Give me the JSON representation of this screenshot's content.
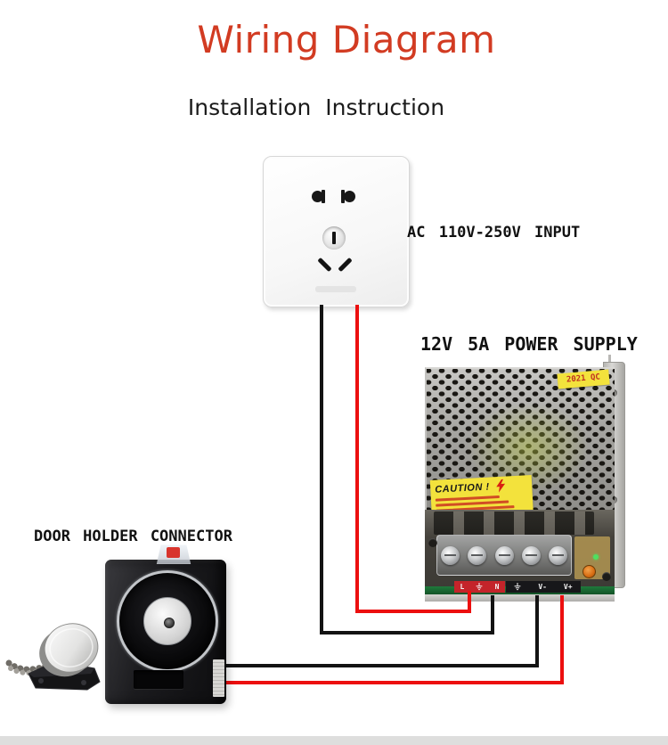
{
  "title": "Wiring Diagram",
  "subtitle": "Installation  Instruction",
  "labels": {
    "ac_input": "AC 110V-250V INPUT",
    "power_supply": "12V 5A POWER SUPPLY",
    "door_holder": "DOOR HOLDER CONNECTOR"
  },
  "psu": {
    "qc_sticker": "2021 QC",
    "caution_title": "CAUTION !",
    "terminals": [
      "L",
      "N",
      "V-",
      "V+"
    ]
  },
  "icons": {
    "lightning_icon": "red lightning bolt on caution sticker",
    "ground_icon": "earth ground symbol on terminal strips"
  },
  "colors": {
    "title_red": "#d23b22",
    "wire_red": "#ec0f0f",
    "wire_black": "#131313",
    "sticker_yellow": "#f3e23c",
    "label_red": "#c4242a",
    "label_black": "#17171a",
    "pcb_green": "#1f7a3c"
  }
}
